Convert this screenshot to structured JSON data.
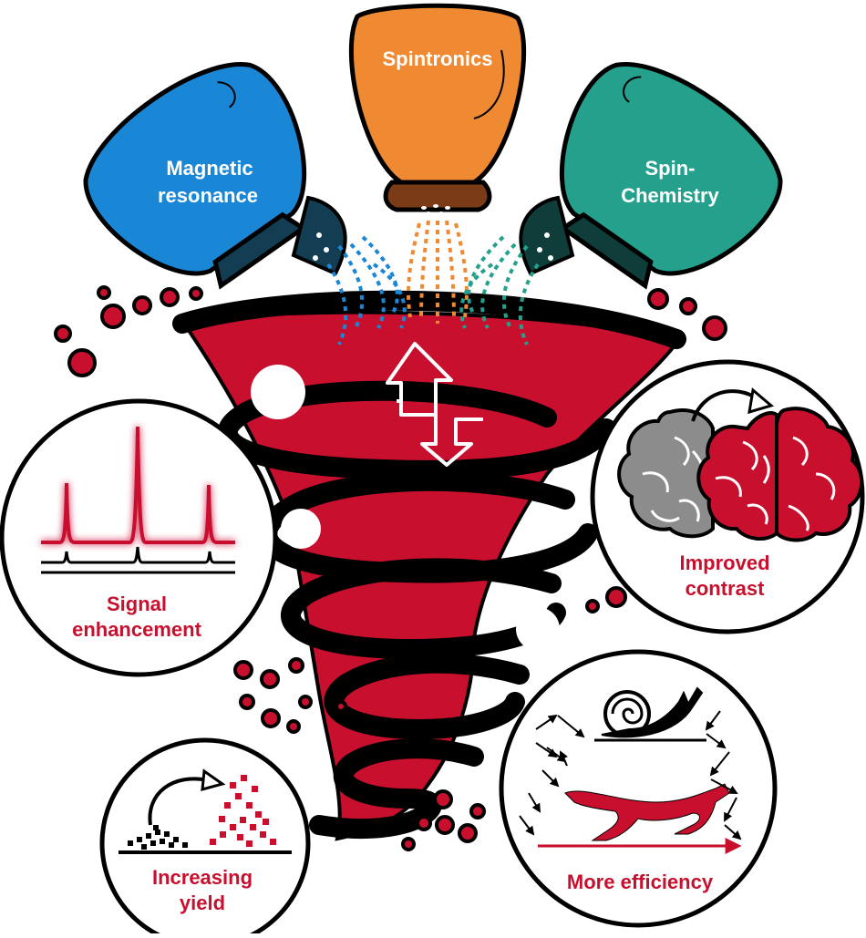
{
  "colors": {
    "crimson": "#c8102e",
    "black": "#000000",
    "magnetic_blue": "#1a86d6",
    "magnetic_blue_dark": "#123d52",
    "spintronics_orange": "#ef8a33",
    "spintronics_brown": "#7a3b16",
    "spinchem_teal": "#24a08c",
    "spinchem_dark": "#0f3e3a",
    "brain_grey": "#8c8c8c"
  },
  "shakers": {
    "magnetic": {
      "line1": "Magnetic",
      "line2": "resonance"
    },
    "spintronics": {
      "label": "Spintronics"
    },
    "spinchem": {
      "line1": "Spin-",
      "line2": "Chemistry"
    }
  },
  "benefits": {
    "signal": {
      "line1": "Signal",
      "line2": "enhancement"
    },
    "contrast": {
      "line1": "Improved",
      "line2": "contrast"
    },
    "yield": {
      "line1": "Increasing",
      "line2": "yield"
    },
    "efficiency": {
      "label": "More efficiency"
    }
  },
  "icons": {
    "center": "spin-up-down-arrows-icon",
    "snail": "snail-icon",
    "cheetah": "cheetah-icon",
    "brain_grey": "brain-icon",
    "brain_red": "brain-icon"
  }
}
